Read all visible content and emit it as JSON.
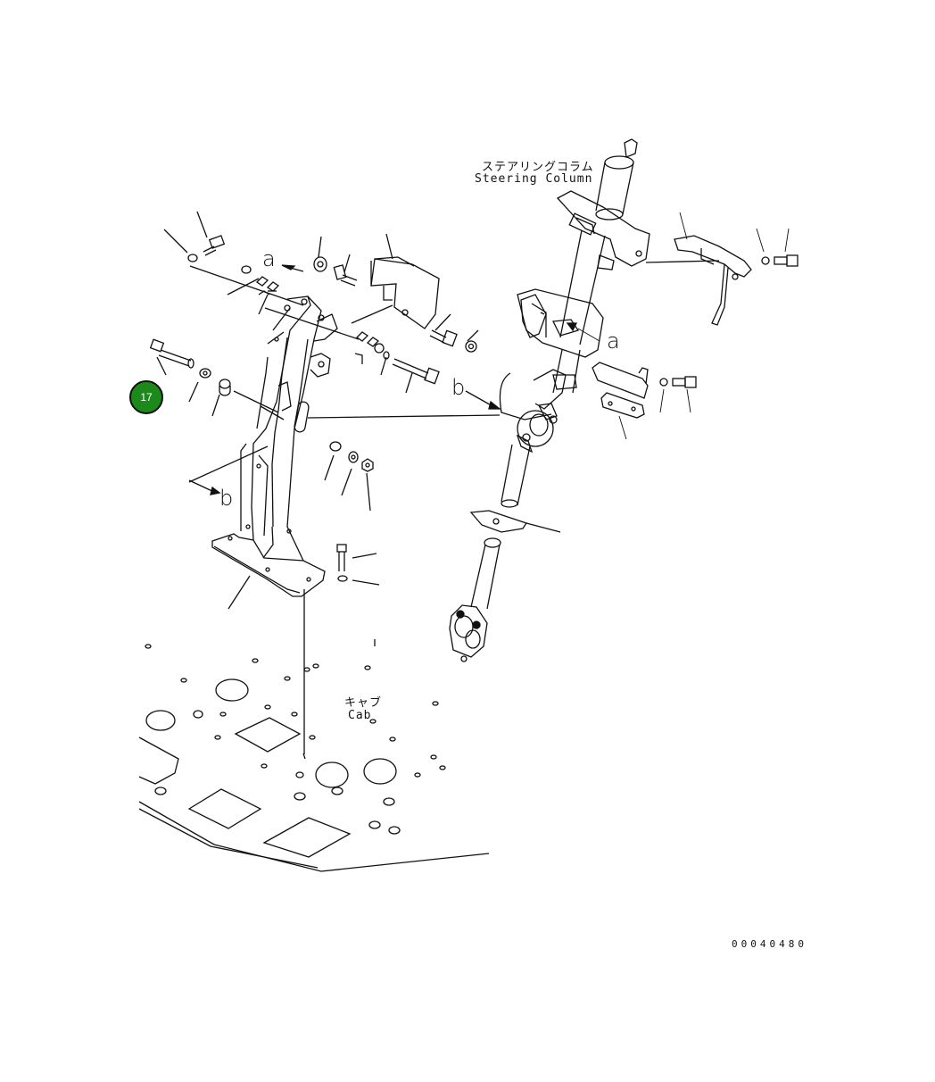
{
  "labels": {
    "steering_column_jp": "ステアリングコラム",
    "steering_column_en": "Steering Column",
    "cab_jp": "キャブ",
    "cab_en": "Cab",
    "ref_a_left": "a",
    "ref_a_right": "a",
    "ref_b_left": "b",
    "ref_b_right": "b",
    "drawing_number": "00040480"
  },
  "callouts": [
    {
      "number": "17",
      "color": "#1b8a1b"
    }
  ],
  "colors": {
    "line": "#111111",
    "callout_fill": "#1b8a1b",
    "background": "#ffffff"
  }
}
